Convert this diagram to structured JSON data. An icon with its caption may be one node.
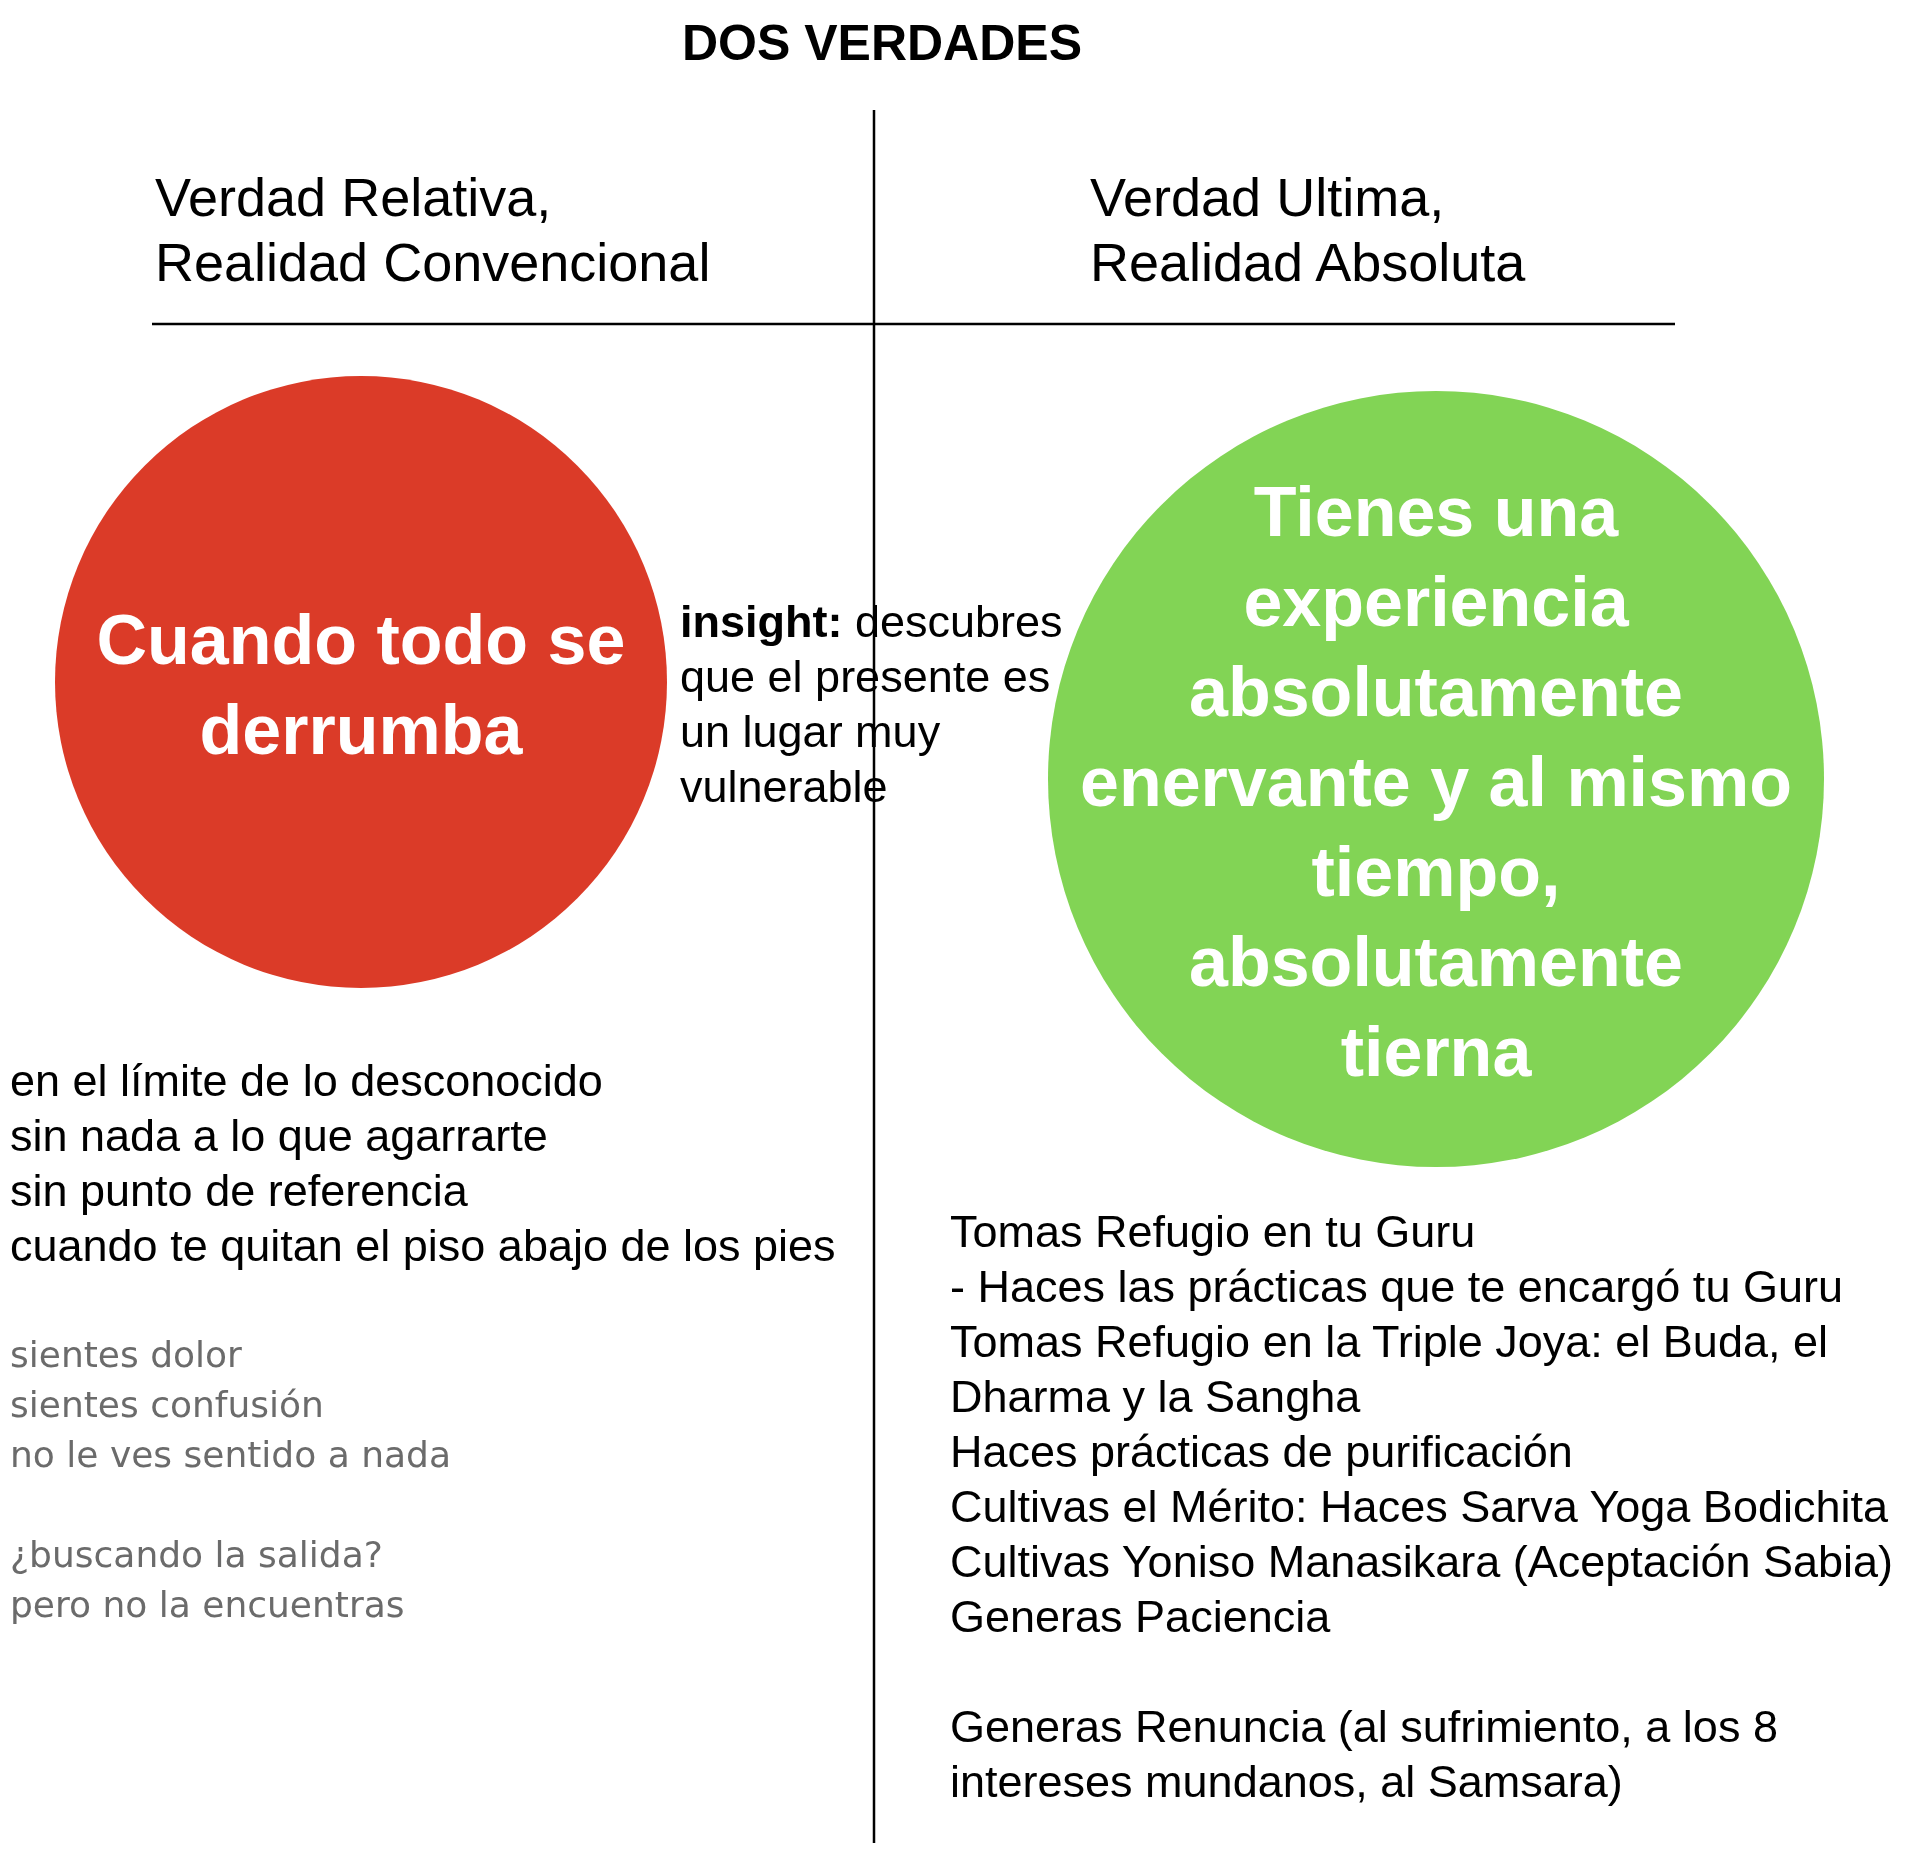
{
  "diagram": {
    "title": "DOS VERDADES",
    "nodes": [
      {
        "text": [
          "Cuando todo se derrumba"
        ]
      },
      {
        "text": [
          "Tienes una experiencia absolutamente enervante y al mismo tiempo, absolutamente tierna"
        ]
      }
    ],
    "labels": [
      "Verdad Relativa, Realidad Convencional",
      "Verdad Ultima, Realidad Absoluta",
      "**insight:** descubres que el presente es un lugar muy vulnerable",
      "en el límite de lo desconocido",
      "sin nada a lo que agarrarte",
      "sin punto de referencia",
      "cuando te quitan el piso abajo de los pies",
      "sientes dolor",
      "sientes confusión",
      "no le ves sentido a nada",
      "¿buscando la salida?",
      "pero no la encuentras",
      "Tomas Refugio en tu Guru",
      "- Haces las prácticas que te encargó tu Guru",
      "Tomas Refugio en la Triple Joya: el Buda, el Dharma y la Sangha",
      "Haces prácticas de purificación",
      "Cultivas el Mérito: Haces Sarva Yoga Bodichita",
      "Cultivas Yoniso Manasikara (Aceptación Sabia)",
      "Generas Paciencia",
      "Generas Renuncia (al sufrimiento, a los 8 intereses mundanos, al Samsara)"
    ]
  }
}
